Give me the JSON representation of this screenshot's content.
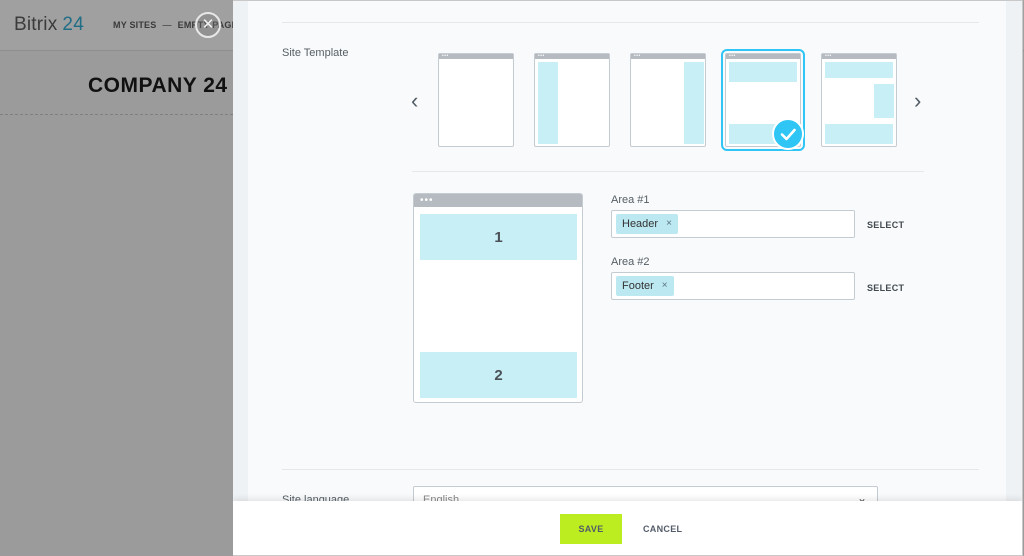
{
  "background": {
    "logo": {
      "name": "Bitrix",
      "number": "24"
    },
    "nav": {
      "item1": "MY SITES",
      "separator": "—",
      "item2": "EMPTY PAGE"
    },
    "company_title": "COMPANY 24"
  },
  "form": {
    "site_template_label": "Site Template",
    "templates": [
      {
        "name": "empty"
      },
      {
        "name": "left-sidebar"
      },
      {
        "name": "right-sidebar"
      },
      {
        "name": "header-footer",
        "selected": true
      },
      {
        "name": "header-sidebar-footer"
      }
    ],
    "preview": {
      "area1_number": "1",
      "area2_number": "2"
    },
    "areas": [
      {
        "label": "Area #1",
        "tag": "Header",
        "tag_remove": "×",
        "select_label": "SELECT"
      },
      {
        "label": "Area #2",
        "tag": "Footer",
        "tag_remove": "×",
        "select_label": "SELECT"
      }
    ],
    "site_language_label": "Site language",
    "site_language_value": "English"
  },
  "footer": {
    "save_label": "SAVE",
    "cancel_label": "CANCEL"
  },
  "colors": {
    "accent": "#2fc6f6",
    "save_button": "#bbed21",
    "area_fill": "#c8eef6",
    "tag_fill": "#bce8f1"
  },
  "icons": {
    "close": "close-icon",
    "prev": "chevron-left-icon",
    "next": "chevron-right-icon",
    "check": "checkmark-icon",
    "dropdown": "chevron-down-icon"
  }
}
